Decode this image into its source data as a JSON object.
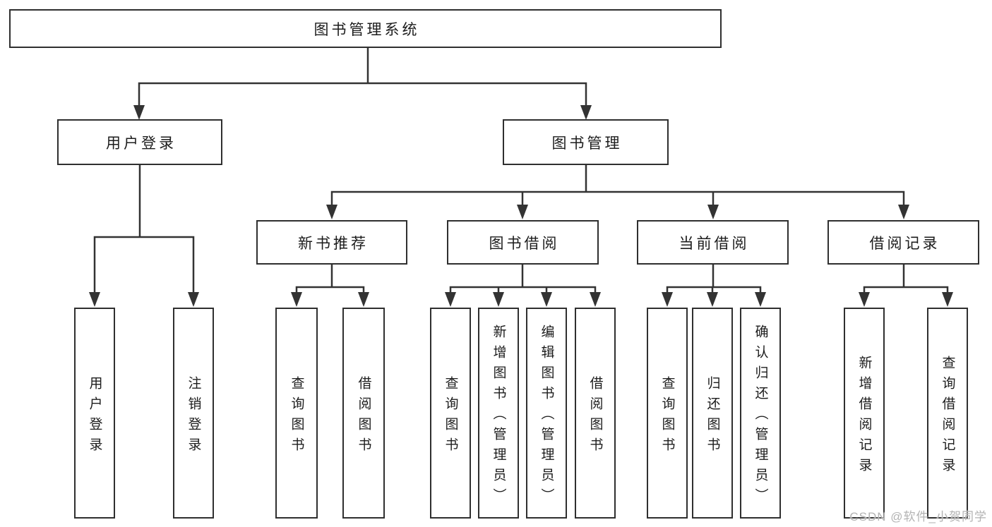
{
  "tree": {
    "root_label": "图书管理系统",
    "branches": {
      "user": {
        "label": "用户登录",
        "children": [
          "用户登录",
          "注销登录"
        ]
      },
      "management": {
        "label": "图书管理",
        "groups": [
          {
            "label": "新书推荐",
            "children": [
              "查询图书",
              "借阅图书"
            ]
          },
          {
            "label": "图书借阅",
            "children": [
              "查询图书",
              "新增图书（管理员）",
              "编辑图书（管理员）",
              "借阅图书"
            ]
          },
          {
            "label": "当前借阅",
            "children": [
              "查询图书",
              "归还图书",
              "确认归还（管理员）"
            ]
          },
          {
            "label": "借阅记录",
            "children": [
              "新增借阅记录",
              "查询借阅记录"
            ]
          }
        ]
      }
    }
  },
  "watermark": "CSDN @软件_小贺同学",
  "colors": {
    "line": "#333333",
    "box_border": "#2f2f2f",
    "text": "#1c1c1c",
    "watermark": "#b3b3b3",
    "background": "#ffffff"
  }
}
